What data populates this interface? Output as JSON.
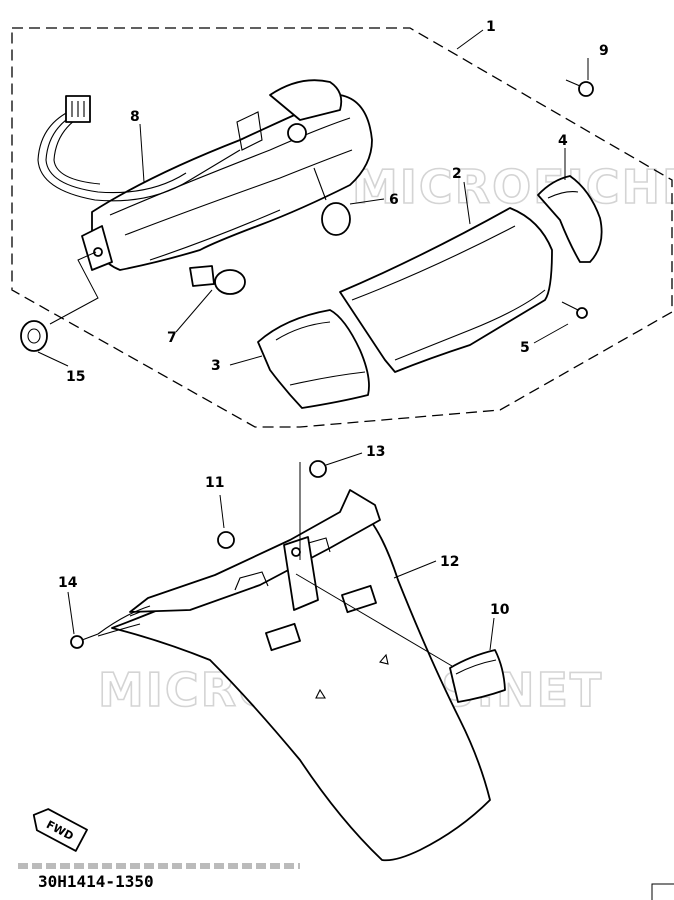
{
  "watermarks": [
    "MICROFICHES.NET",
    "MICROFICHES.NET"
  ],
  "callouts": [
    "1",
    "2",
    "3",
    "4",
    "5",
    "6",
    "7",
    "8",
    "9",
    "10",
    "11",
    "12",
    "13",
    "14",
    "15"
  ],
  "fwd_label": "FWD",
  "drawing_code": "30H1414-1350",
  "icons": [
    "fwd-arrow-icon"
  ]
}
